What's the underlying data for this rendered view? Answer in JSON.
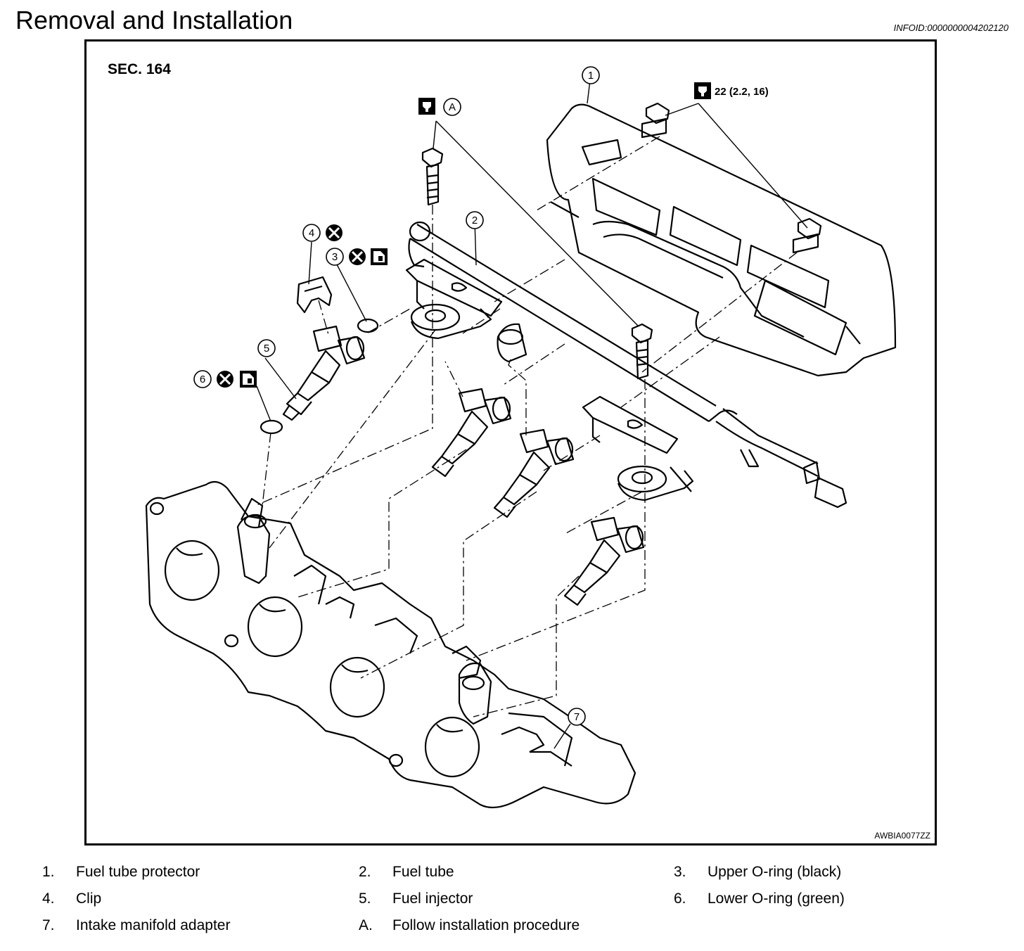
{
  "page": {
    "title": "Removal and Installation",
    "info_id": "INFOID:0000000004202120"
  },
  "figure": {
    "section": "SEC. 164",
    "code": "AWBIA0077ZZ",
    "torque_spec": "22 (2.2, 16)",
    "callouts": [
      "1",
      "2",
      "3",
      "4",
      "5",
      "6",
      "7",
      "A"
    ]
  },
  "legend": [
    {
      "key": "1.",
      "text": "Fuel tube protector"
    },
    {
      "key": "2.",
      "text": "Fuel tube"
    },
    {
      "key": "3.",
      "text": "Upper O-ring (black)"
    },
    {
      "key": "4.",
      "text": "Clip"
    },
    {
      "key": "5.",
      "text": "Fuel injector"
    },
    {
      "key": "6.",
      "text": "Lower O-ring (green)"
    },
    {
      "key": "7.",
      "text": "Intake manifold adapter"
    },
    {
      "key": "A.",
      "text": "Follow installation procedure"
    }
  ]
}
